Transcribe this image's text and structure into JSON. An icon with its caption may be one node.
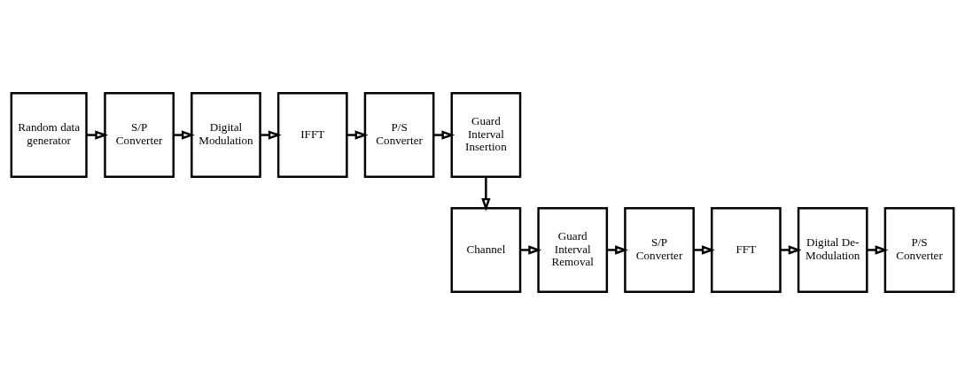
{
  "diagram": {
    "nodes": [
      {
        "text": [
          "Random data generator"
        ]
      },
      {
        "text": [
          "S/P Converter"
        ]
      },
      {
        "text": [
          "Digital Modulation"
        ]
      },
      {
        "text": [
          "IFFT"
        ]
      },
      {
        "text": [
          "P/S Converter"
        ]
      },
      {
        "text": [
          "Guard Interval Insertion"
        ]
      },
      {
        "text": [
          "Channel"
        ]
      },
      {
        "text": [
          "Guard Interval Removal"
        ]
      },
      {
        "text": [
          "S/P Converter"
        ]
      },
      {
        "text": [
          "FFT"
        ]
      },
      {
        "text": [
          "Digital De-Modulation"
        ]
      },
      {
        "text": [
          "P/S Converter"
        ]
      }
    ],
    "edges": [
      {
        "from": 0,
        "to": 1,
        "arrow": "to"
      },
      {
        "from": 1,
        "to": 2,
        "arrow": "to"
      },
      {
        "from": 2,
        "to": 3,
        "arrow": "to"
      },
      {
        "from": 3,
        "to": 4,
        "arrow": "to"
      },
      {
        "from": 4,
        "to": 5,
        "arrow": "to"
      },
      {
        "from": 5,
        "to": 6,
        "arrow": "to"
      },
      {
        "from": 6,
        "to": 7,
        "arrow": "to"
      },
      {
        "from": 7,
        "to": 8,
        "arrow": "to"
      },
      {
        "from": 8,
        "to": 9,
        "arrow": "to"
      },
      {
        "from": 9,
        "to": 10,
        "arrow": "to"
      },
      {
        "from": 10,
        "to": 11,
        "arrow": "to"
      }
    ]
  }
}
